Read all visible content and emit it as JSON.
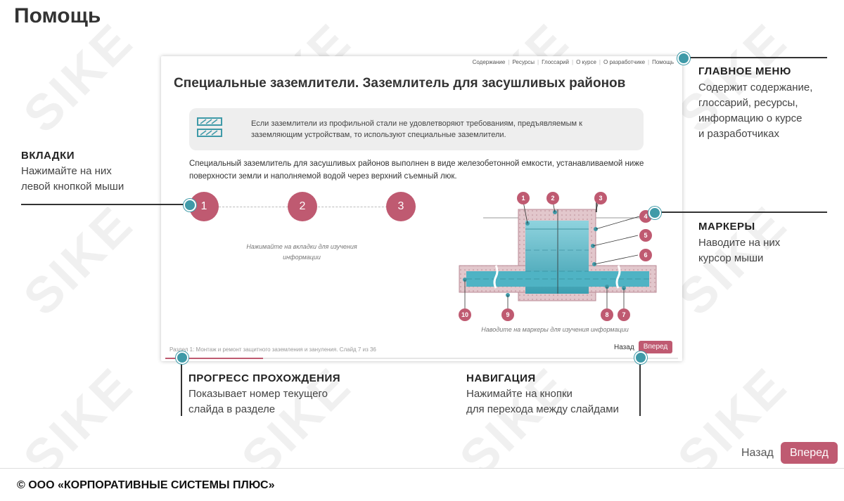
{
  "page": {
    "title": "Помощь"
  },
  "slide": {
    "menu": [
      "Содержание",
      "Ресурсы",
      "Глоссарий",
      "О курсе",
      "О разработчике",
      "Помощь"
    ],
    "title": "Специальные заземлители. Заземлитель для засушливых районов",
    "info": "Если заземлители из профильной стали не удовлетворяют требованиям, предъявляемым к заземляющим устройствам, то используют специальные заземлители.",
    "paragraph": "Специальный заземлитель для засушливых районов выполнен в виде железобетонной емкости, устанавливаемой ниже поверхности земли и наполняемой водой через верхний съемный люк.",
    "tabs": [
      "1",
      "2",
      "3"
    ],
    "tabs_hint": "Нажимайте на вкладки для изучения информации",
    "markers": [
      "1",
      "2",
      "3",
      "4",
      "5",
      "6",
      "7",
      "8",
      "9",
      "10"
    ],
    "diagram_hint": "Наводите на маркеры для изучения информации",
    "footer": "Раздел 1: Монтаж и ремонт защитного заземления и зануления. Слайд 7 из 36",
    "progress": 0.19,
    "nav_back": "Назад",
    "nav_forward": "Вперед"
  },
  "annotations": {
    "tabs": {
      "title": "ВКЛАДКИ",
      "text": [
        "Нажимайте на них",
        "левой кнопкой мыши"
      ]
    },
    "main_menu": {
      "title": "ГЛАВНОЕ МЕНЮ",
      "text": [
        "Содержит содержание,",
        "глоссарий, ресурсы,",
        "информацию о курсе",
        "и разработчиках"
      ]
    },
    "markers": {
      "title": "МАРКЕРЫ",
      "text": [
        "Наводите на них",
        "курсор мыши"
      ]
    },
    "progress": {
      "title": "ПРОГРЕСС ПРОХОЖДЕНИЯ",
      "text": [
        "Показывает номер текущего",
        "слайда в разделе"
      ]
    },
    "navigation": {
      "title": "НАВИГАЦИЯ",
      "text": [
        "Нажимайте на кнопки",
        "для перехода между слайдами"
      ]
    }
  },
  "navigation": {
    "back": "Назад",
    "forward": "Вперед"
  },
  "footer": {
    "copyright": "© ООО «КОРПОРАТИВНЫЕ СИСТЕМЫ ПЛЮС»"
  },
  "watermark": "SIKE",
  "colors": {
    "accent": "#bf5a71",
    "marker_teal": "#3f9aa8",
    "water": "#4fb3c4",
    "concrete": "#e2c7cc"
  }
}
